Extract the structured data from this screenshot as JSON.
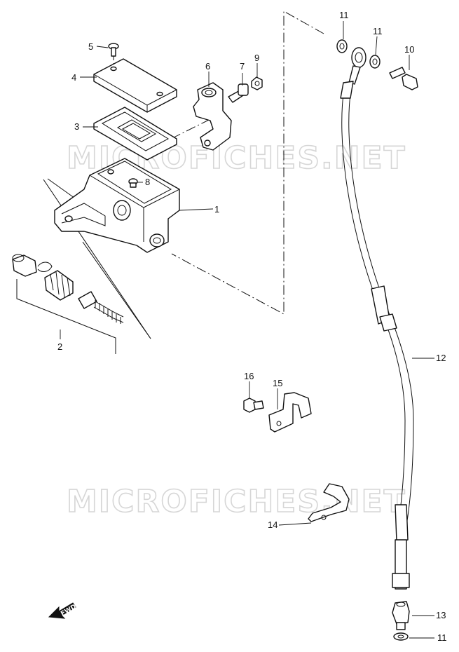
{
  "watermark": {
    "text_top": "MICROFICHES.NET",
    "text_bottom": "MICROFICHES.NET"
  },
  "fwd_label": "FWD",
  "callouts": [
    {
      "id": "c1",
      "label": "1"
    },
    {
      "id": "c2",
      "label": "2"
    },
    {
      "id": "c3",
      "label": "3"
    },
    {
      "id": "c4",
      "label": "4"
    },
    {
      "id": "c5",
      "label": "5"
    },
    {
      "id": "c6",
      "label": "6"
    },
    {
      "id": "c7",
      "label": "7"
    },
    {
      "id": "c8",
      "label": "8"
    },
    {
      "id": "c9",
      "label": "9"
    },
    {
      "id": "c10",
      "label": "10"
    },
    {
      "id": "c11a",
      "label": "11"
    },
    {
      "id": "c11b",
      "label": "11"
    },
    {
      "id": "c11c",
      "label": "11"
    },
    {
      "id": "c12",
      "label": "12"
    },
    {
      "id": "c13",
      "label": "13"
    },
    {
      "id": "c14",
      "label": "14"
    },
    {
      "id": "c15",
      "label": "15"
    },
    {
      "id": "c16",
      "label": "16"
    }
  ],
  "colors": {
    "line": "#111111",
    "watermark": "#d6d6d6"
  }
}
